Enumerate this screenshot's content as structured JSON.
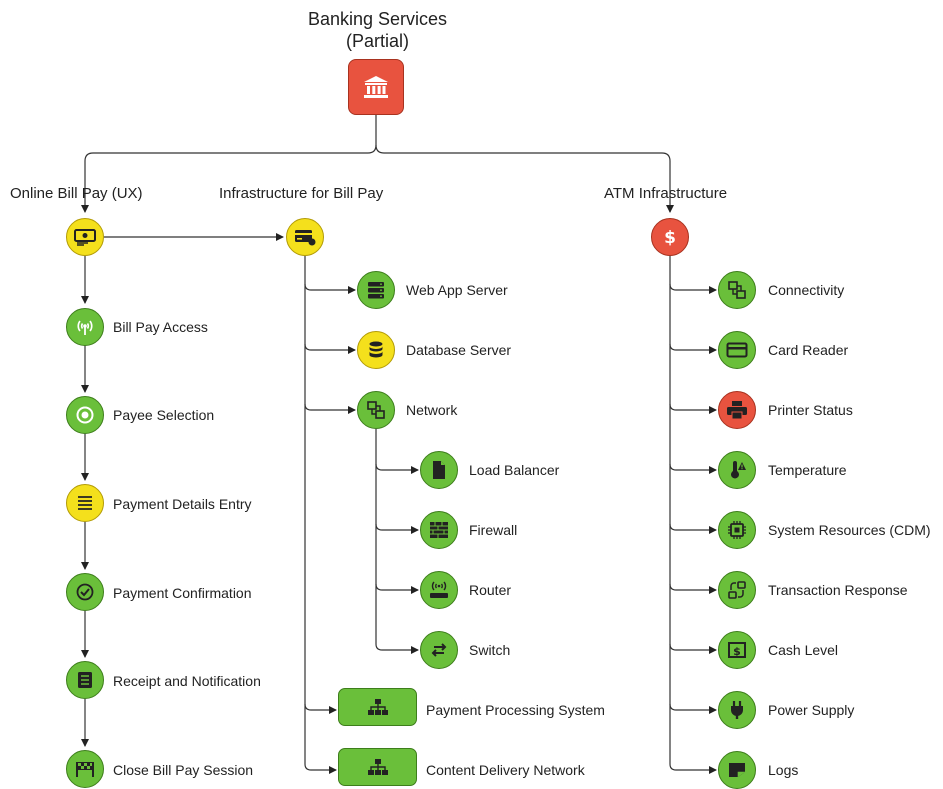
{
  "title": {
    "line1": "Banking Services",
    "line2": "(Partial)"
  },
  "columns": {
    "online": "Online Bill Pay (UX)",
    "infra": "Infrastructure for Bill Pay",
    "atm": "ATM Infrastructure"
  },
  "online_items": [
    {
      "label": "Bill Pay Access",
      "status": "green",
      "icon": "signal-icon"
    },
    {
      "label": "Payee Selection",
      "status": "green",
      "icon": "target-icon"
    },
    {
      "label": "Payment Details Entry",
      "status": "yellow",
      "icon": "lines-icon"
    },
    {
      "label": "Payment Confirmation",
      "status": "green",
      "icon": "check-icon"
    },
    {
      "label": "Receipt and Notification",
      "status": "green",
      "icon": "receipt-icon"
    },
    {
      "label": "Close Bill Pay Session",
      "status": "green",
      "icon": "finish-flag-icon"
    }
  ],
  "infra_items": [
    {
      "label": "Web App Server",
      "status": "green",
      "icon": "server-icon"
    },
    {
      "label": "Database Server",
      "status": "yellow",
      "icon": "database-icon"
    },
    {
      "label": "Network",
      "status": "green",
      "icon": "network-icon"
    }
  ],
  "network_items": [
    {
      "label": "Load Balancer",
      "status": "green",
      "icon": "document-icon"
    },
    {
      "label": "Firewall",
      "status": "green",
      "icon": "firewall-icon"
    },
    {
      "label": "Router",
      "status": "green",
      "icon": "router-icon"
    },
    {
      "label": "Switch",
      "status": "green",
      "icon": "switch-icon"
    }
  ],
  "infra_systems": [
    {
      "label": "Payment Processing System",
      "status": "green",
      "icon": "hierarchy-icon"
    },
    {
      "label": "Content Delivery Network",
      "status": "green",
      "icon": "hierarchy-icon"
    }
  ],
  "atm_items": [
    {
      "label": "Connectivity",
      "status": "green",
      "icon": "network-icon"
    },
    {
      "label": "Card Reader",
      "status": "green",
      "icon": "credit-card-icon"
    },
    {
      "label": "Printer Status",
      "status": "red",
      "icon": "printer-icon"
    },
    {
      "label": "Temperature",
      "status": "green",
      "icon": "thermometer-icon"
    },
    {
      "label": "System Resources (CDM)",
      "status": "green",
      "icon": "cpu-icon"
    },
    {
      "label": "Transaction Response",
      "status": "green",
      "icon": "exchange-icon"
    },
    {
      "label": "Cash Level",
      "status": "green",
      "icon": "cash-icon"
    },
    {
      "label": "Power Supply",
      "status": "green",
      "icon": "plug-icon"
    },
    {
      "label": "Logs",
      "status": "green",
      "icon": "note-icon"
    }
  ],
  "status_colors": {
    "green": "#6abf3a",
    "yellow": "#f4e01c",
    "red": "#e8533f"
  },
  "hub_icons": {
    "root": "bank-icon",
    "online": "money-icon",
    "infra": "credit-card-cash-icon",
    "atm": "dollar-icon"
  }
}
